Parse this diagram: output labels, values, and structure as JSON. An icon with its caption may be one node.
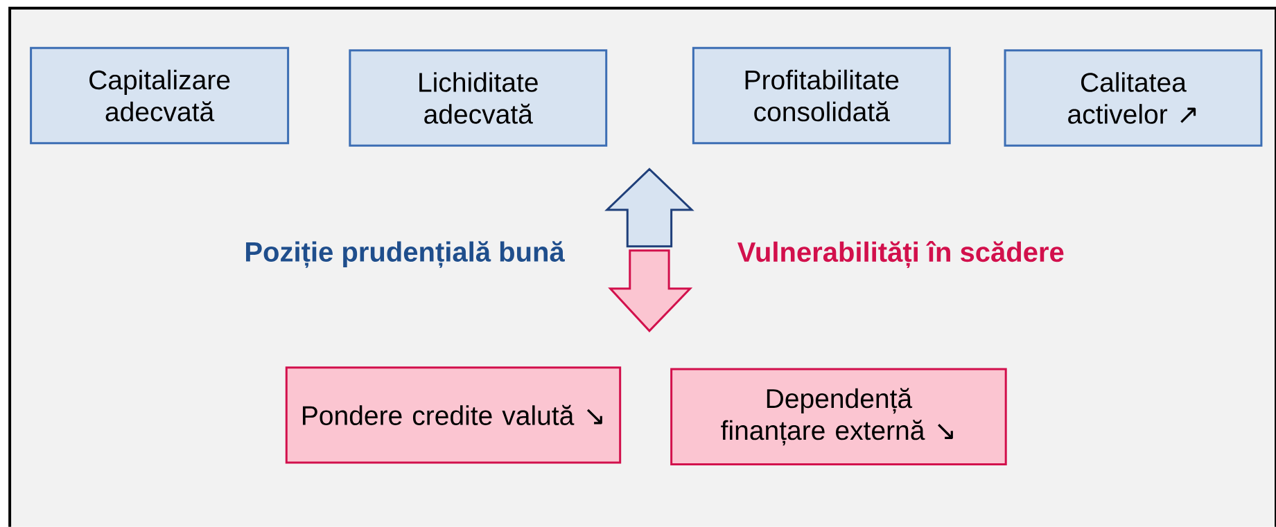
{
  "diagram": {
    "nodes": [
      {
        "text": [
          "Capitalizare adecvată"
        ]
      },
      {
        "text": [
          "Lichiditate adecvată"
        ]
      },
      {
        "text": [
          "Profitabilitate consolidată"
        ]
      },
      {
        "text": [
          "Calitatea activelor ↗"
        ]
      },
      {
        "text": [
          "Pondere credite valută ↘"
        ]
      },
      {
        "text": [
          "Dependență finanțare externă ↘"
        ]
      }
    ],
    "labels": [
      "Poziție prudențială bună",
      "Vulnerabilități în scădere"
    ]
  }
}
